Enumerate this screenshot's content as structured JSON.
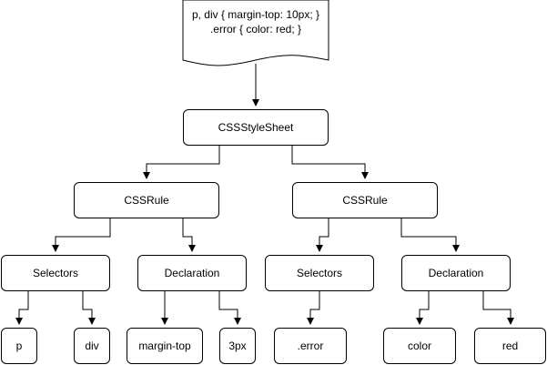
{
  "source_document": {
    "line1": "p, div { margin-top: 10px; }",
    "line2": ".error { color: red; }"
  },
  "stylesheet": {
    "label": "CSSStyleSheet"
  },
  "rules": [
    {
      "label": "CSSRule",
      "selectors": {
        "label": "Selectors",
        "children": [
          "p",
          "div"
        ]
      },
      "declaration": {
        "label": "Declaration",
        "children": [
          "margin-top",
          "3px"
        ]
      }
    },
    {
      "label": "CSSRule",
      "selectors": {
        "label": "Selectors",
        "children": [
          ".error"
        ]
      },
      "declaration": {
        "label": "Declaration",
        "children": [
          "color",
          "red"
        ]
      }
    }
  ]
}
